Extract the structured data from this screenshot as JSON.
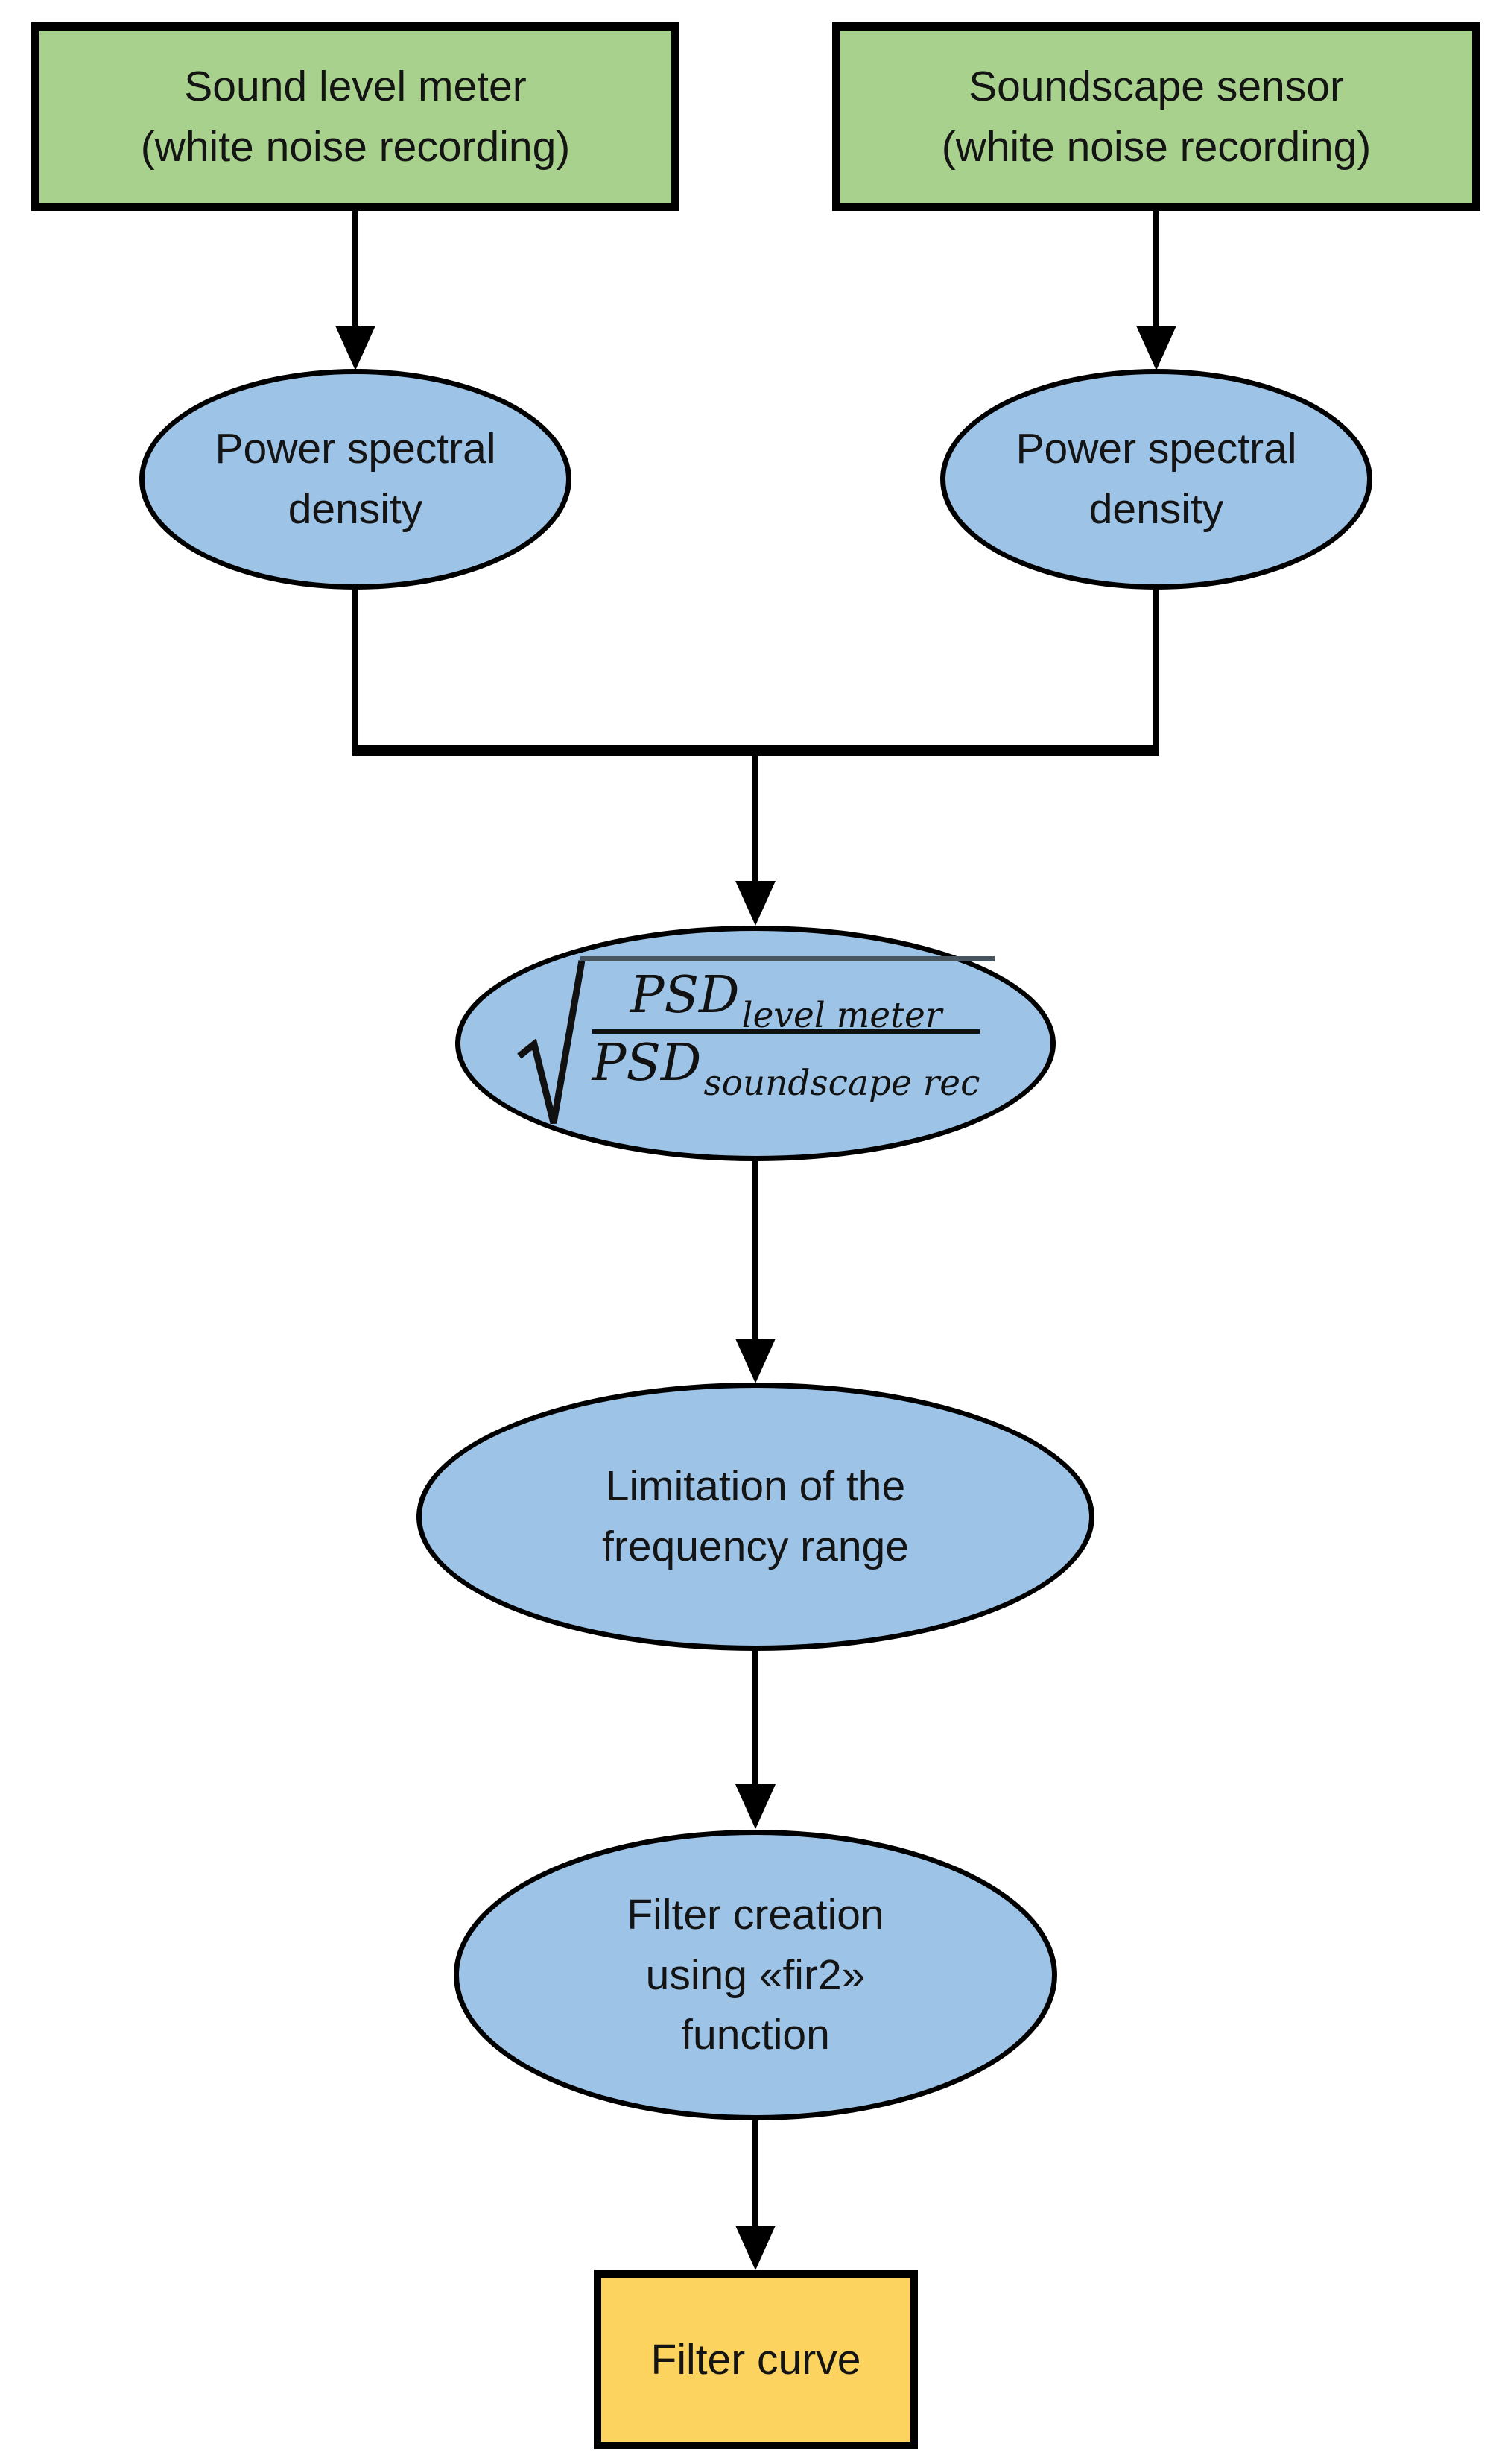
{
  "diagram": {
    "type": "flowchart",
    "colors": {
      "input_box_fill": "#a9d18e",
      "process_ellipse_fill": "#9dc3e6",
      "output_box_fill": "#fbd35e",
      "stroke": "#000000",
      "text": "#141414"
    },
    "nodes": {
      "sound_level_meter": {
        "line1": "Sound level meter",
        "line2": "(white noise recording)"
      },
      "soundscape_sensor": {
        "line1": "Soundscape sensor",
        "line2": "(white noise recording)"
      },
      "psd_left": {
        "line1": "Power spectral",
        "line2": "density"
      },
      "psd_right": {
        "line1": "Power spectral",
        "line2": "density"
      },
      "ratio_formula": {
        "numerator_base": "PSD",
        "numerator_sub": "level meter",
        "denominator_base": "PSD",
        "denominator_sub": "soundscape rec"
      },
      "limitation": {
        "line1": "Limitation of the",
        "line2": "frequency range"
      },
      "filter_creation": {
        "line1": "Filter creation",
        "line2": "using «fir2»",
        "line3": "function"
      },
      "filter_curve": {
        "label": "Filter curve"
      }
    }
  }
}
